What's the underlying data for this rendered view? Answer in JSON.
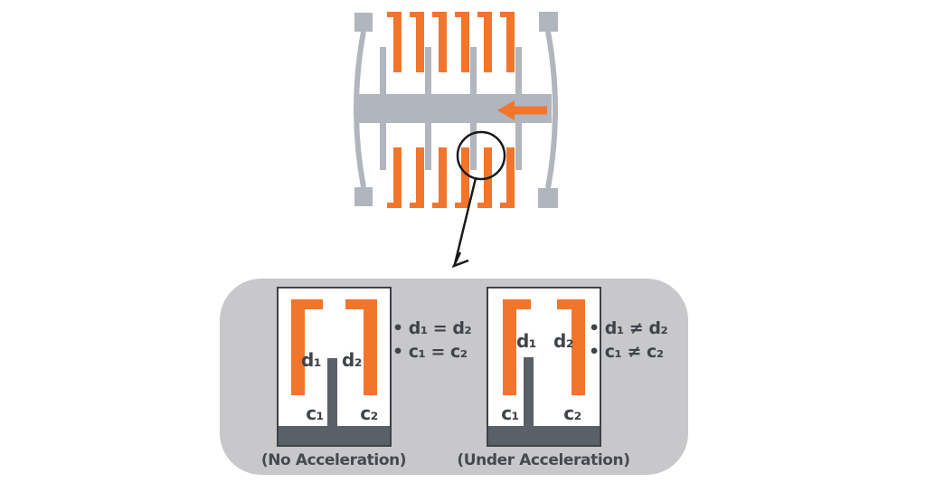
{
  "colors": {
    "electrode_orange": "#F2752C",
    "structure_gray": "#B1B5BD",
    "panel_gray": "#C8C8CA",
    "mass_dark_gray": "#5A6068",
    "text_dark": "#3F444B",
    "outline_black": "#1A1A1A"
  },
  "diagram": {
    "acceleration_arrow_icon": "left-arrow",
    "magnifier_icon": "zoom-circle-with-pointer"
  },
  "detail": {
    "panels": [
      {
        "state": "no-acceleration",
        "caption": "(No Acceleration)",
        "labels": {
          "d1": "d₁",
          "d2": "d₂",
          "c1": "c₁",
          "c2": "c₂"
        },
        "bullets": [
          "• d₁ = d₂",
          "• c₁ = c₂"
        ]
      },
      {
        "state": "under-acceleration",
        "caption": "(Under Acceleration)",
        "labels": {
          "d1": "d₁",
          "d2": "d₂",
          "c1": "c₁",
          "c2": "c₂"
        },
        "bullets": [
          "• d₁ ≠ d₂",
          "• c₁ ≠ c₂"
        ]
      }
    ]
  }
}
